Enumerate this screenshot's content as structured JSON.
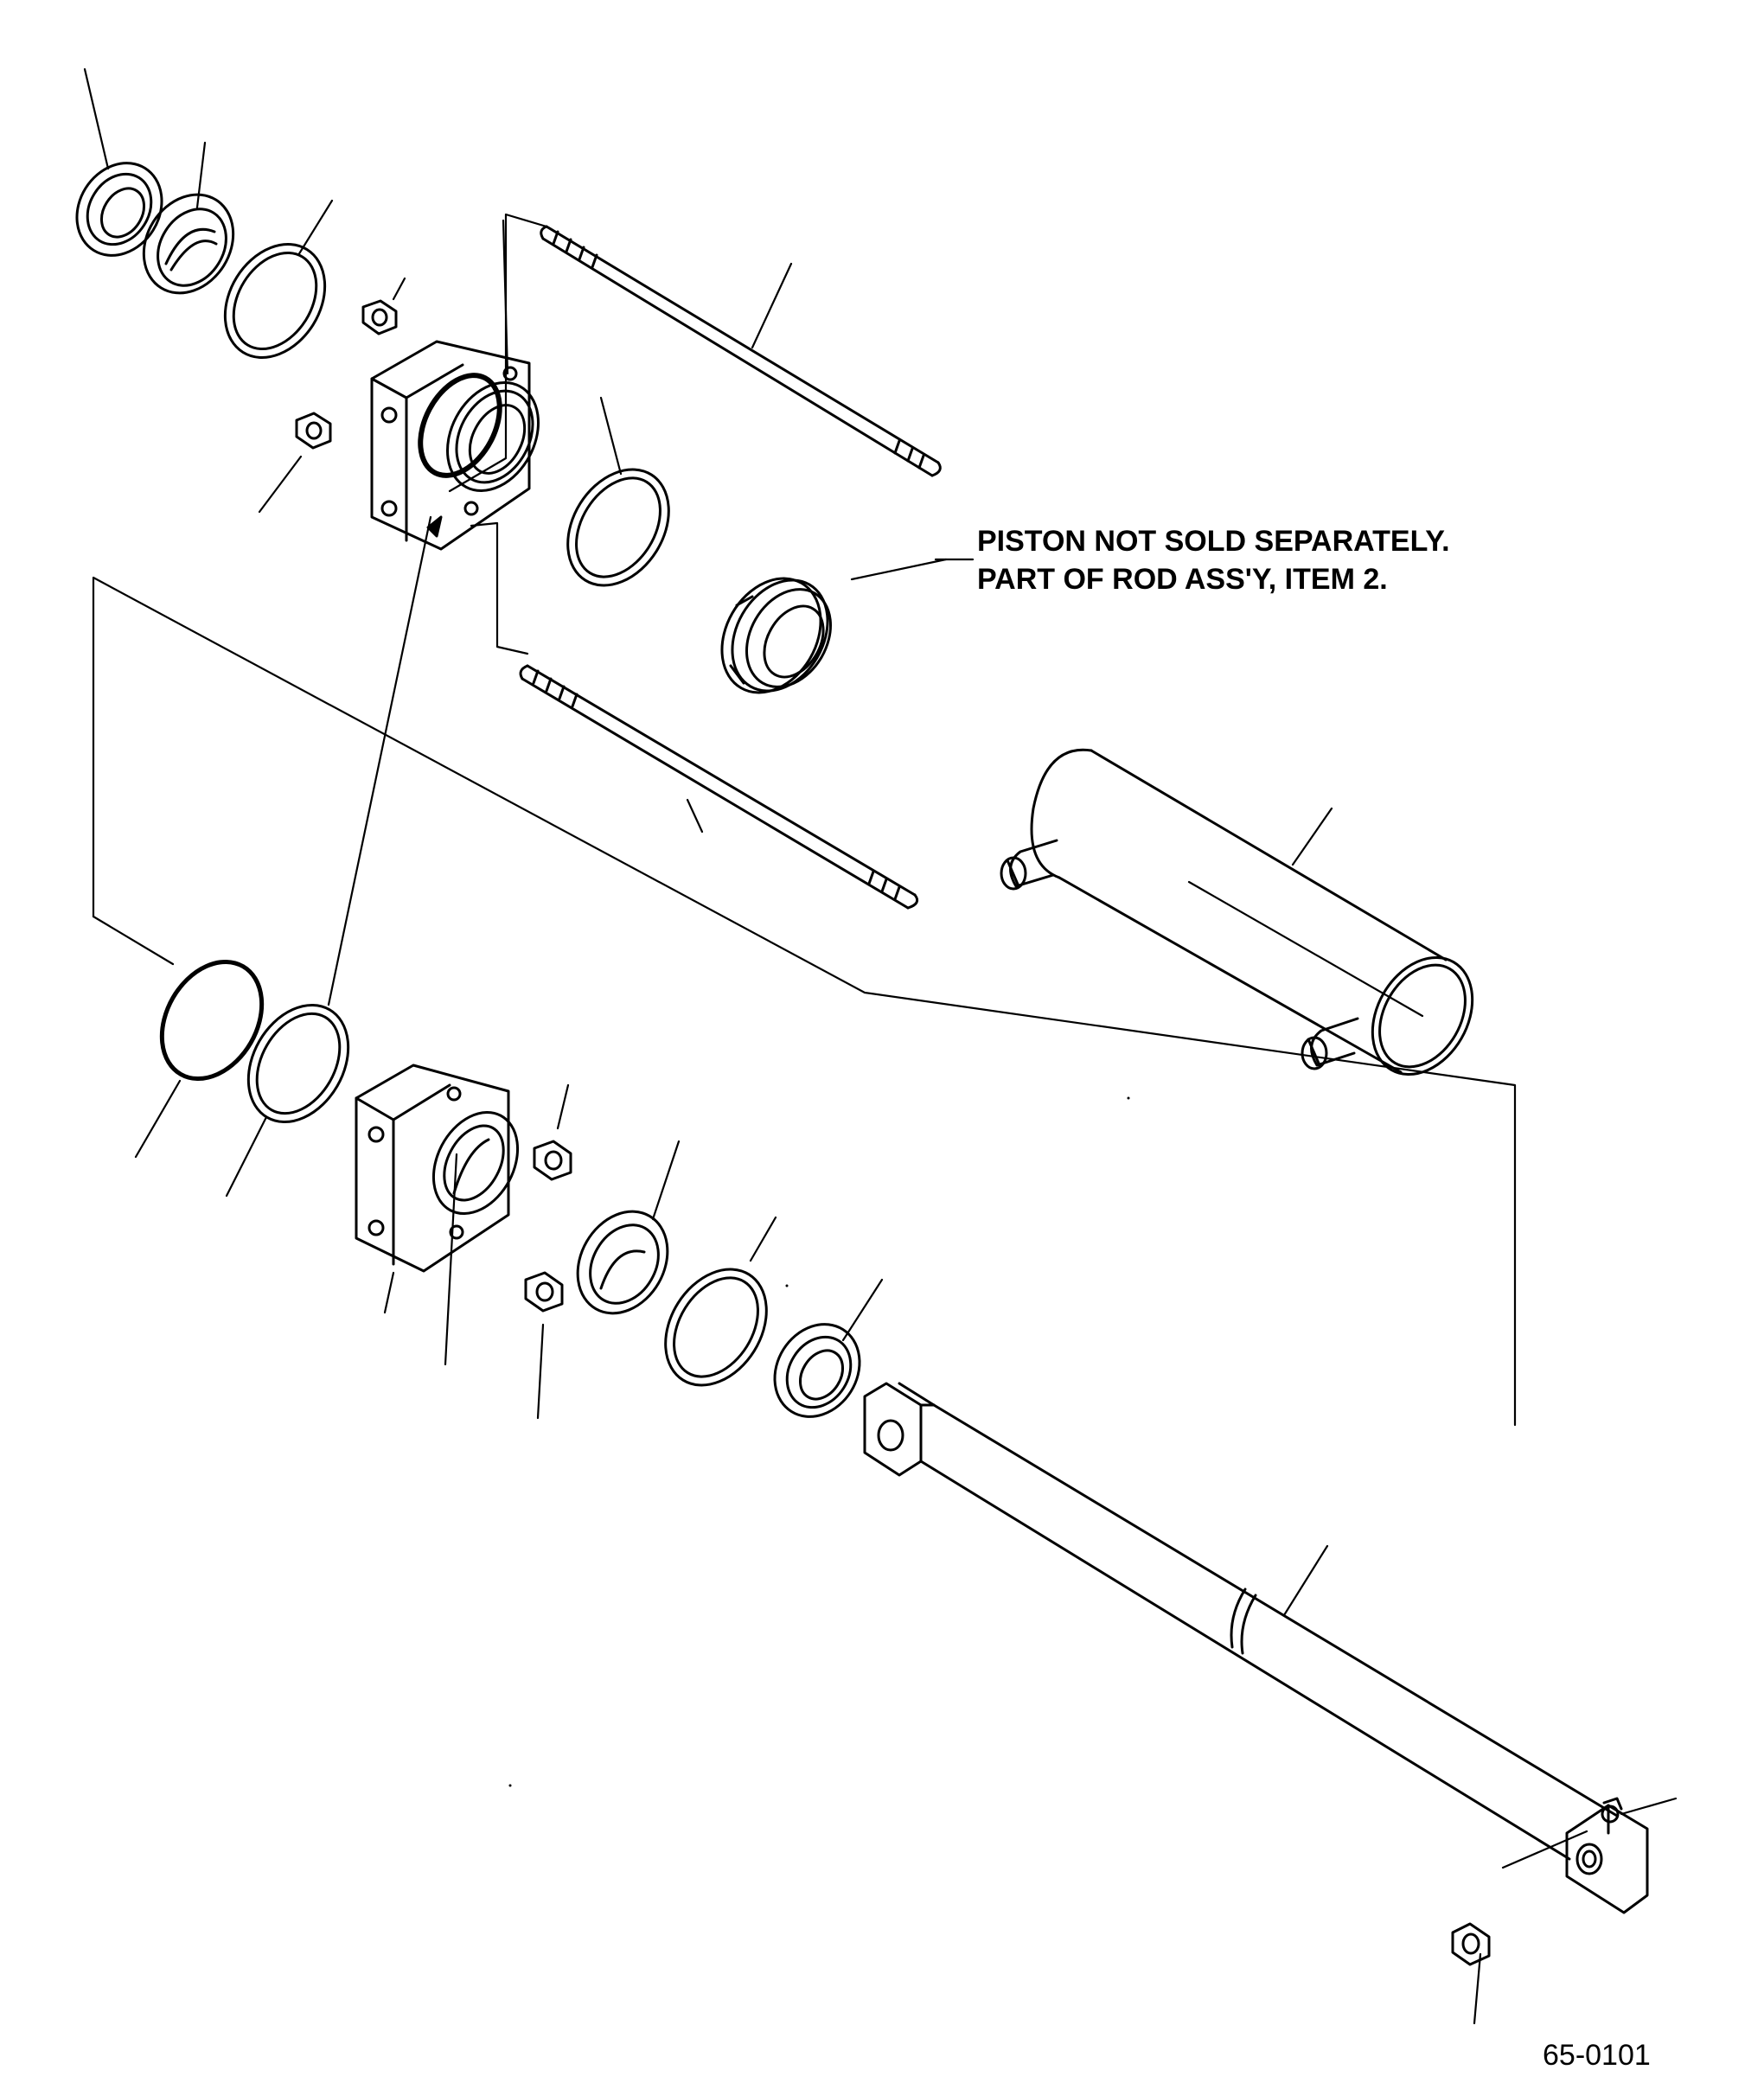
{
  "note": {
    "line1": "PISTON NOT SOLD SEPARATELY.",
    "line2": "PART OF ROD ASS'Y, ITEM 2."
  },
  "figure_ref": "65-0101"
}
